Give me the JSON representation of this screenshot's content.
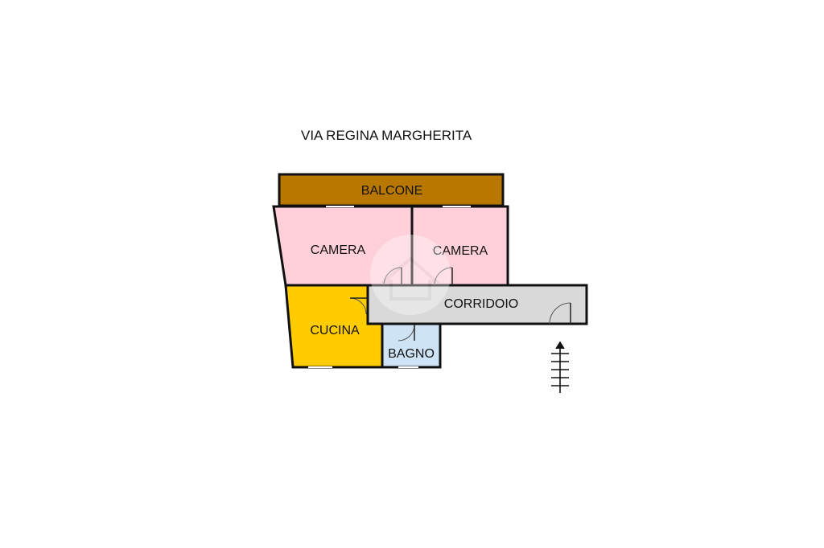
{
  "street": {
    "name": "VIA REGINA MARGHERITA"
  },
  "rooms": {
    "balcone": {
      "label": "BALCONE",
      "color": "#b87800"
    },
    "camera_1": {
      "label": "CAMERA",
      "color": "#ffd0da"
    },
    "camera_2": {
      "label": "CAMERA",
      "color": "#ffd0da"
    },
    "corridoio": {
      "label": "CORRIDOIO",
      "color": "#d9d9d9"
    },
    "cucina": {
      "label": "CUCINA",
      "color": "#ffcc00"
    },
    "bagno": {
      "label": "BAGNO",
      "color": "#cfe3f7"
    }
  },
  "icons": {
    "stairs": "stairs-icon",
    "watermark": "house-watermark-icon",
    "door": "door-swing-icon"
  }
}
